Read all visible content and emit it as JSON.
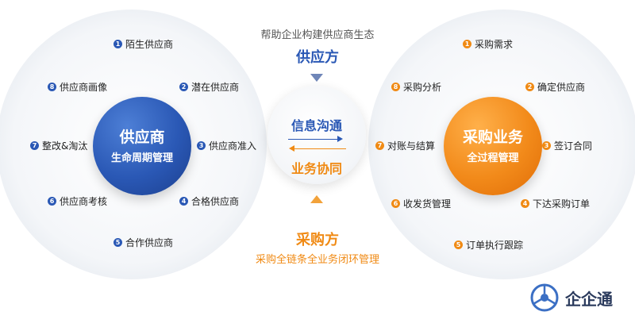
{
  "header": {
    "subtitle": "帮助企业构建供应商生态",
    "title": "供应方"
  },
  "footer": {
    "title": "采购方",
    "subtitle": "采购全链条全业务闭环管理"
  },
  "center": {
    "top": "信息沟通",
    "bottom": "业务协同"
  },
  "left_core": {
    "title": "供应商",
    "subtitle": "生命周期管理"
  },
  "right_core": {
    "title": "采购业务",
    "subtitle": "全过程管理"
  },
  "left_steps": [
    {
      "num": "1",
      "label": "陌生供应商"
    },
    {
      "num": "2",
      "label": "潜在供应商"
    },
    {
      "num": "3",
      "label": "供应商准入"
    },
    {
      "num": "4",
      "label": "合格供应商"
    },
    {
      "num": "5",
      "label": "合作供应商"
    },
    {
      "num": "6",
      "label": "供应商考核"
    },
    {
      "num": "7",
      "label": "整改&淘汰"
    },
    {
      "num": "8",
      "label": "供应商画像"
    }
  ],
  "right_steps": [
    {
      "num": "1",
      "label": "采购需求"
    },
    {
      "num": "2",
      "label": "确定供应商"
    },
    {
      "num": "3",
      "label": "签订合同"
    },
    {
      "num": "4",
      "label": "下达采购订单"
    },
    {
      "num": "5",
      "label": "订单执行跟踪"
    },
    {
      "num": "6",
      "label": "收发货管理"
    },
    {
      "num": "7",
      "label": "对账与结算"
    },
    {
      "num": "8",
      "label": "采购分析"
    }
  ],
  "logo": {
    "text": "企企通",
    "icon": "qiqitong-logo-icon"
  },
  "colors": {
    "blue": "#2a58b5",
    "orange": "#f08a14"
  }
}
